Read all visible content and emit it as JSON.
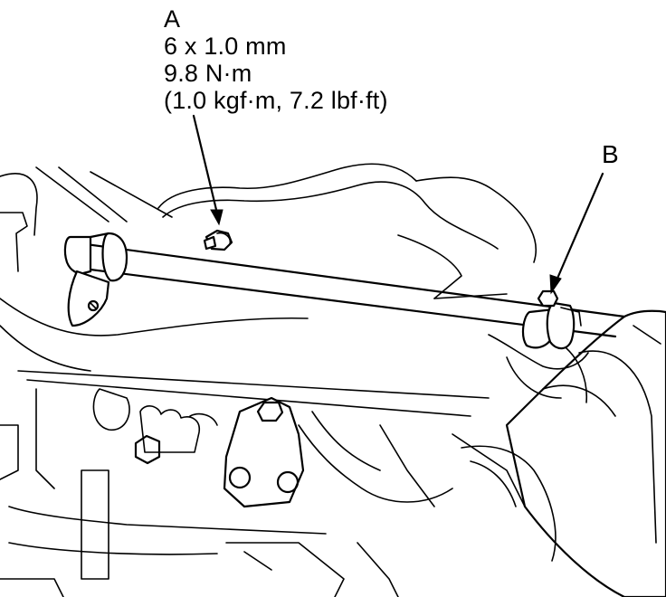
{
  "labels": {
    "a": {
      "letter": "A",
      "size": "6 x 1.0 mm",
      "torque": "9.8 N·m",
      "torque_alt": "(1.0 kgf·m, 7.2 lbf·ft)"
    },
    "b": {
      "letter": "B"
    }
  },
  "colors": {
    "line": "#000000",
    "background": "#ffffff"
  }
}
